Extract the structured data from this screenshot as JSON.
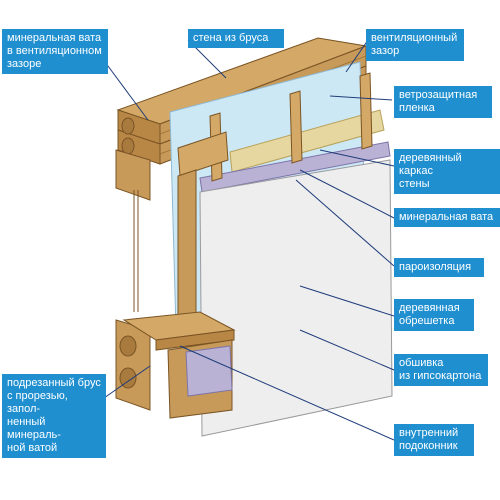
{
  "labels": {
    "mineral_wool_gap": "минеральная вата\nв вентиляционном\nзазоре",
    "timber_wall": "стена из бруса",
    "vent_gap": "вентиляционный\nзазор",
    "wind_film": "ветрозащитная\nпленка",
    "wood_frame": "деревянный каркас\nстены",
    "mineral_wool": "минеральная вата",
    "vapor_barrier": "пароизоляция",
    "wood_lathing": "деревянная\nобрешетка",
    "gypsum_cladding": "обшивка\nиз гипсокартона",
    "cut_beam": "подрезанный брус\nс прорезью, запол-\nненный минераль-\nной ватой",
    "window_sill": "внутренний\nподоконник"
  },
  "colors": {
    "label_bg": "#1f8fd0",
    "label_text": "#ffffff",
    "leader_line": "#1f3d7a",
    "timber": "#c79a5a",
    "timber_dark": "#9c6f34",
    "film": "#cde8f5",
    "drywall": "#eeeeef",
    "insulation": "#e6d6a0",
    "vapor": "#b9b2d4"
  }
}
